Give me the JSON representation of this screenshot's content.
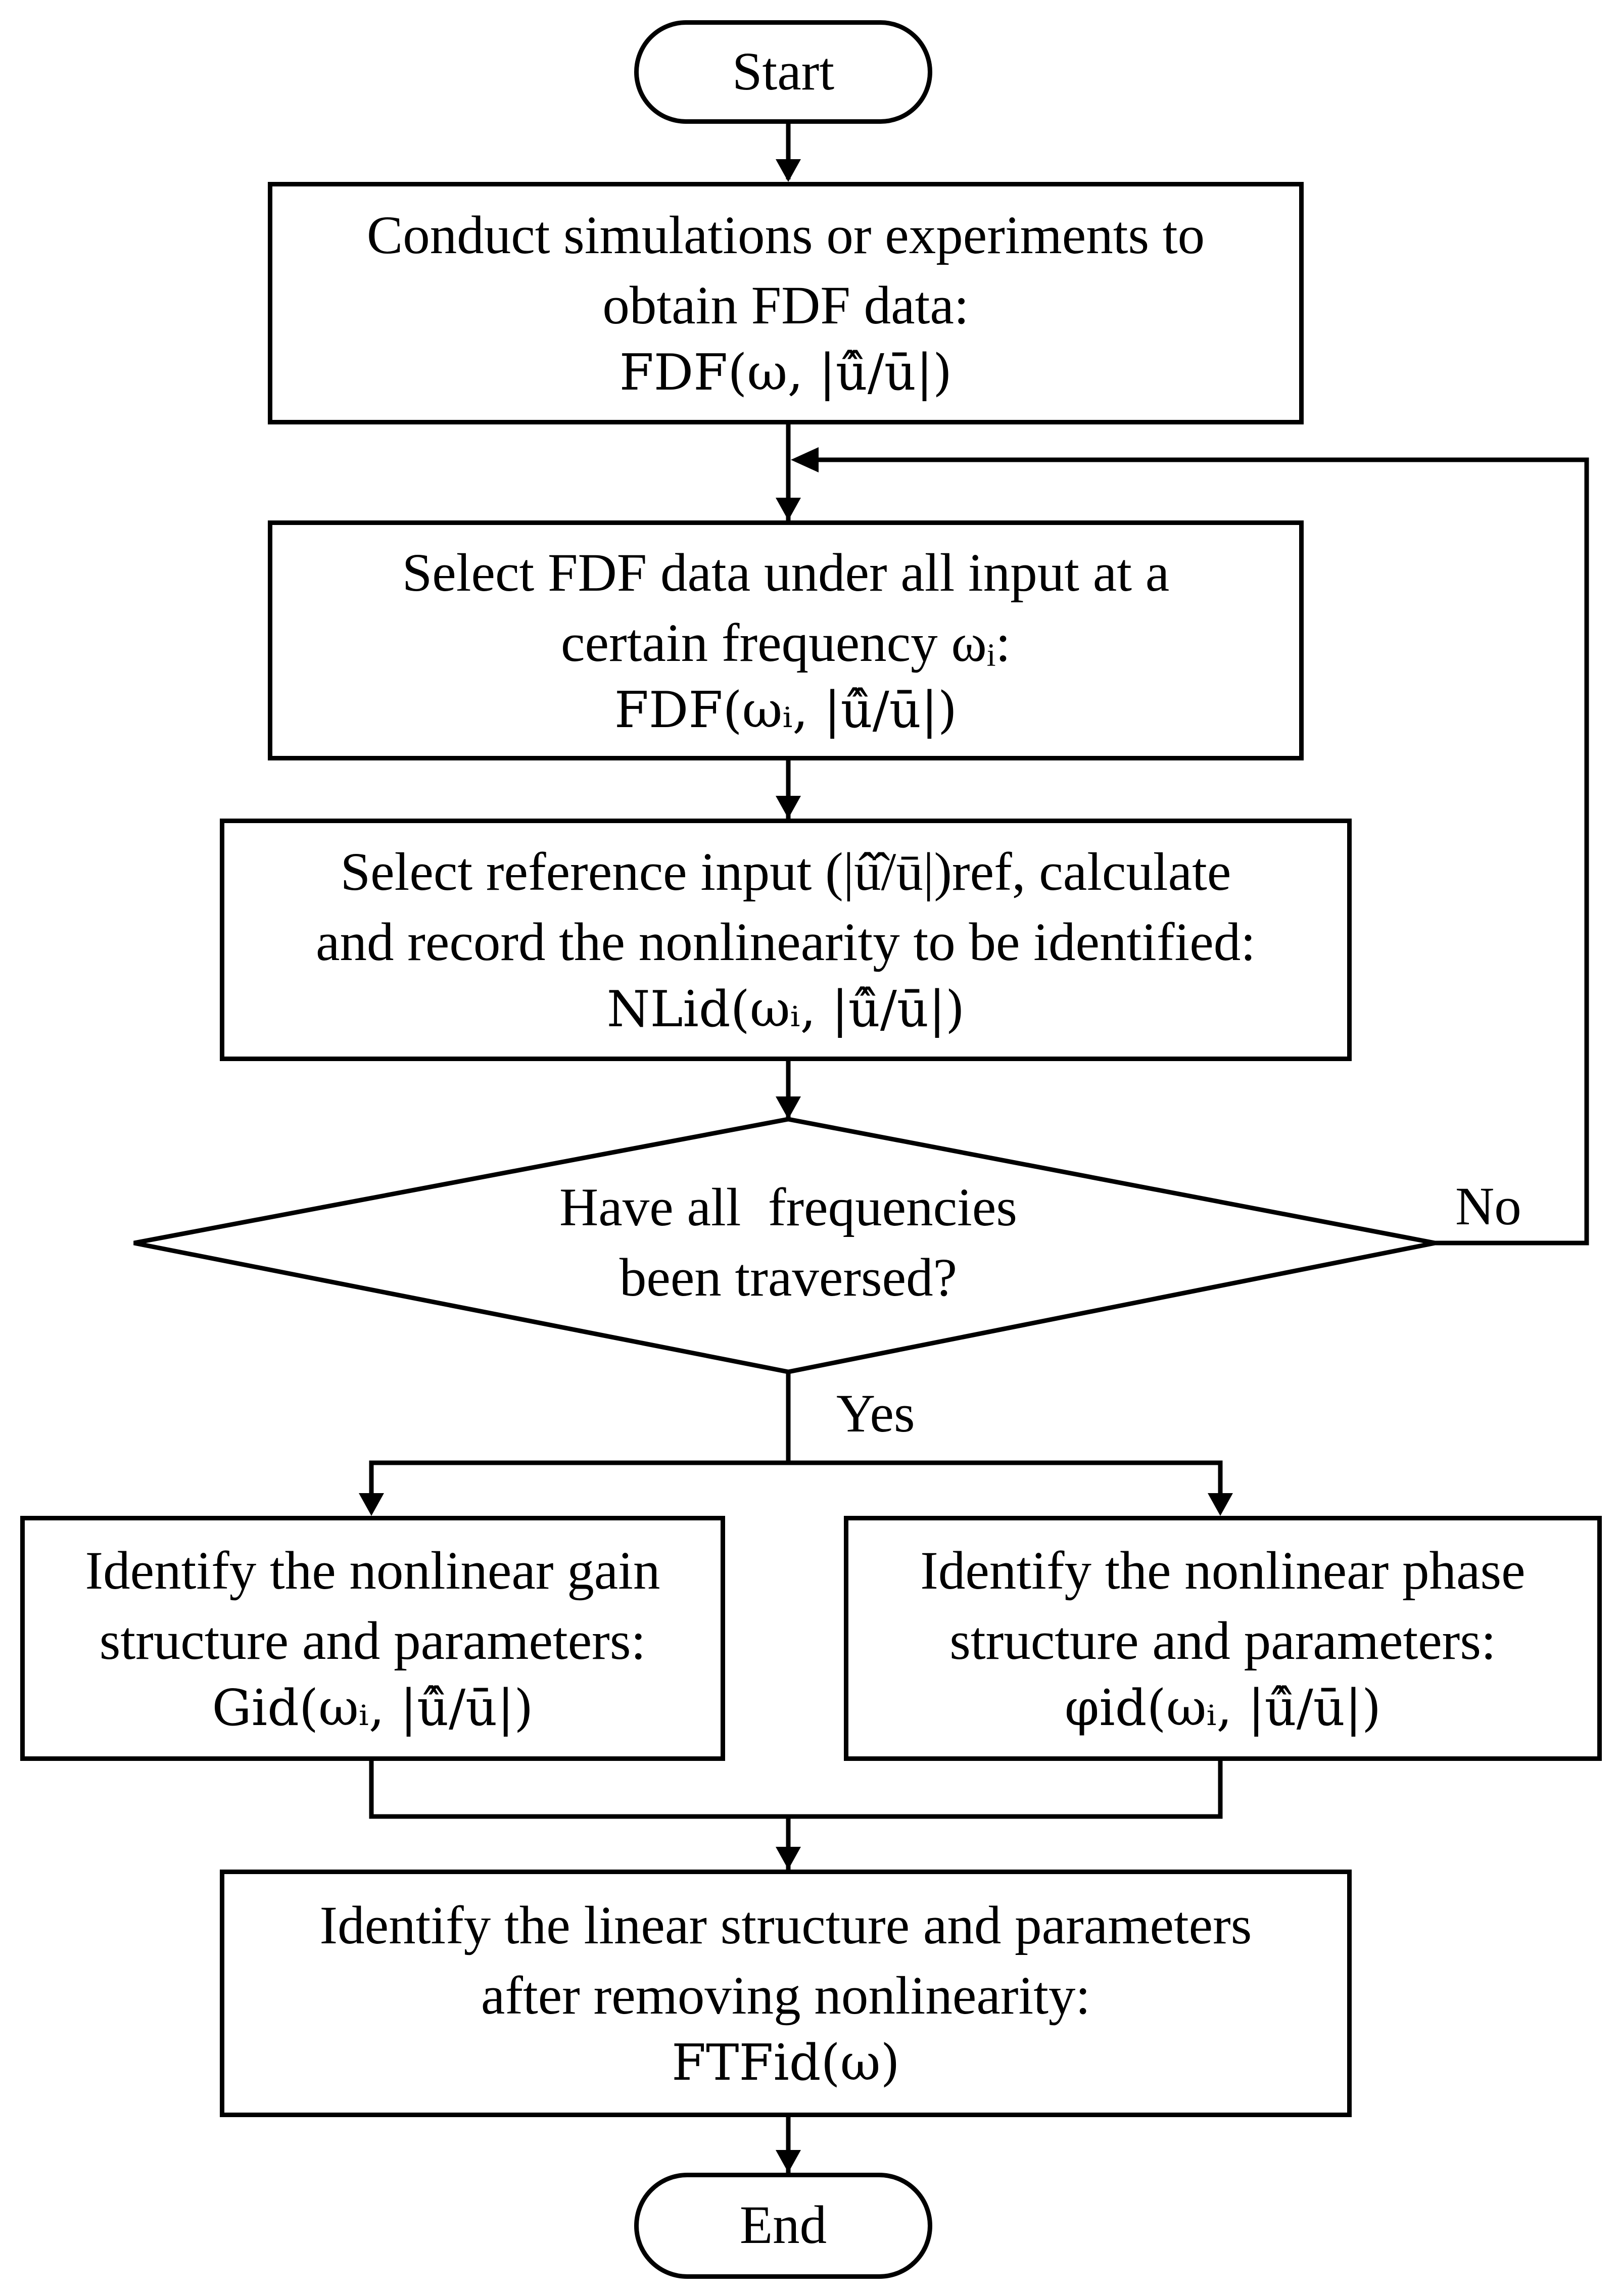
{
  "nodes": {
    "start": {
      "label": "Start"
    },
    "conduct": {
      "line1": "Conduct simulations or experiments to",
      "line2": "obtain FDF data:",
      "formula": "FDF(ω, |û̂/ū|)"
    },
    "select_fdf": {
      "line1": "Select FDF data under all input at a",
      "line2": "certain frequency ωᵢ:",
      "formula": "FDF(ωᵢ, |û̂/ū|)"
    },
    "select_ref": {
      "line1": "Select reference input (|û̂/ū|)ref, calculate",
      "line2": "and record the nonlinearity to be identified:",
      "formula": "NLid(ωᵢ, |û̂/ū|)"
    },
    "decision": {
      "line1": "Have all  frequencies",
      "line2": "been traversed?"
    },
    "gain": {
      "line1": "Identify the nonlinear gain",
      "line2": "structure and parameters:",
      "formula": "Gid(ωᵢ, |û̂/ū|)"
    },
    "phase": {
      "line1": "Identify the nonlinear phase",
      "line2": "structure and parameters:",
      "formula": "φid(ωᵢ, |û̂/ū|)"
    },
    "linear": {
      "line1": "Identify the linear structure and parameters",
      "line2": "after removing nonlinearity:",
      "formula": "FTFid(ω)"
    },
    "end": {
      "label": "End"
    }
  },
  "edges": {
    "no_label": "No",
    "yes_label": "Yes"
  }
}
